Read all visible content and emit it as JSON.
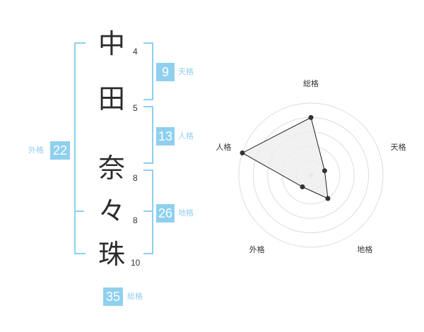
{
  "name": {
    "characters": [
      {
        "char": "中",
        "strokes": "4"
      },
      {
        "char": "田",
        "strokes": "5"
      },
      {
        "char": "奈",
        "strokes": "8"
      },
      {
        "char": "々",
        "strokes": "8"
      },
      {
        "char": "珠",
        "strokes": "10"
      }
    ]
  },
  "fortune": {
    "tenkaku": {
      "value": "9",
      "label": "天格"
    },
    "jinkaku": {
      "value": "13",
      "label": "人格"
    },
    "chikaku": {
      "value": "26",
      "label": "地格"
    },
    "gaikaku": {
      "value": "22",
      "label": "外格"
    },
    "soukaku": {
      "value": "35",
      "label": "総格"
    }
  },
  "radar": {
    "axes": [
      "総格",
      "天格",
      "地格",
      "外格",
      "人格"
    ],
    "levels": 5,
    "values": [
      4,
      1,
      2,
      1,
      5
    ],
    "max": 5
  },
  "colors": {
    "accent": "#8fd0ef",
    "text": "#2b2b2b",
    "radar_fill": "#eeeeee",
    "radar_grid": "#dddddd"
  }
}
